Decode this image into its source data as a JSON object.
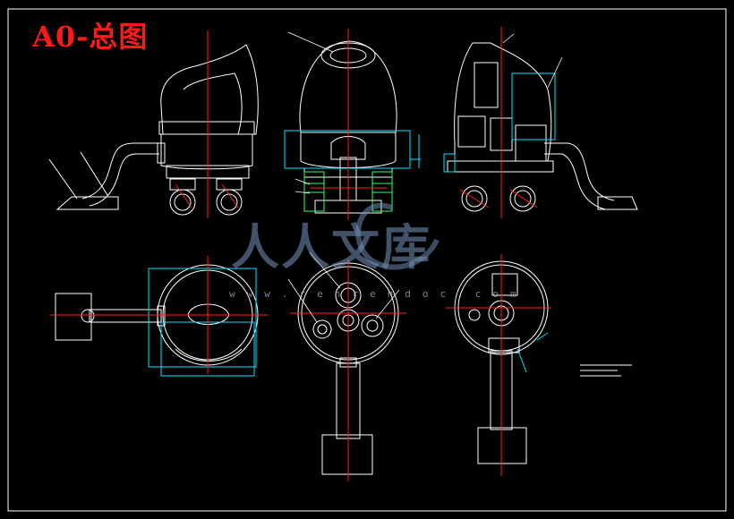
{
  "drawing": {
    "title": "A0-总图",
    "watermark": "人人文库",
    "watermark_url": "www.renrendoc.com",
    "colors": {
      "background": "#000000",
      "outline": "#ffffff",
      "centerline": "#ff2020",
      "dimension": "#00e5ff",
      "title": "#ff1a1a"
    }
  }
}
